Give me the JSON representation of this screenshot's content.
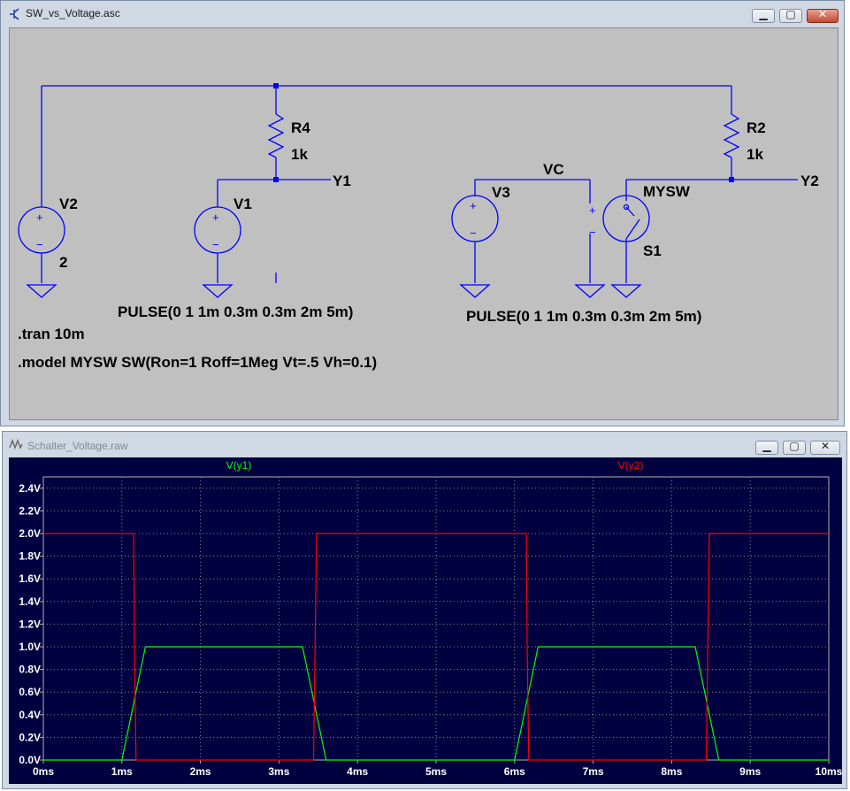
{
  "schematic_window": {
    "title": "SW_vs_Voltage.asc",
    "labels": {
      "R4": "R4",
      "R4_val": "1k",
      "R2": "R2",
      "R2_val": "1k",
      "V1": "V1",
      "V2": "V2",
      "V2_val": "2",
      "V3": "V3",
      "Y1": "Y1",
      "Y2": "Y2",
      "VC": "VC",
      "MYSW": "MYSW",
      "S1": "S1",
      "plus": "+",
      "minus": "−"
    },
    "pulse_v1": "PULSE(0 1 1m 0.3m 0.3m 2m 5m)",
    "pulse_v3": "PULSE(0 1 1m 0.3m 0.3m 2m 5m)",
    "tran": ".tran 10m",
    "model": ".model MYSW SW(Ron=1 Roff=1Meg Vt=.5 Vh=0.1)"
  },
  "waveform_window": {
    "title": "Schalter_Voltage.raw"
  },
  "colors": {
    "wire": "#0000ff",
    "plot_bg": "#000040",
    "trace_y1": "#00ff00",
    "trace_y2": "#ff0000",
    "grid": "#8a8a8a"
  },
  "chart_data": {
    "type": "line",
    "grid": true,
    "xlim": [
      0,
      10
    ],
    "ylim": [
      0,
      2.5
    ],
    "x_ticks": [
      "0ms",
      "1ms",
      "2ms",
      "3ms",
      "4ms",
      "5ms",
      "6ms",
      "7ms",
      "8ms",
      "9ms",
      "10ms"
    ],
    "y_ticks": [
      "0.0V",
      "0.2V",
      "0.4V",
      "0.6V",
      "0.8V",
      "1.0V",
      "1.2V",
      "1.4V",
      "1.6V",
      "1.8V",
      "2.0V",
      "2.2V",
      "2.4V"
    ],
    "series": [
      {
        "name": "V(y1)",
        "color": "#00ff00",
        "x": [
          0,
          1.0,
          1.3,
          3.3,
          3.6,
          6.0,
          6.3,
          8.3,
          8.6,
          10.0
        ],
        "y": [
          0,
          0,
          1.0,
          1.0,
          0,
          0,
          1.0,
          1.0,
          0,
          0
        ]
      },
      {
        "name": "V(y2)",
        "color": "#ff0000",
        "x": [
          0,
          1.15,
          1.16,
          1.18,
          3.44,
          3.46,
          3.48,
          6.15,
          6.16,
          6.18,
          8.44,
          8.46,
          8.48,
          10.0
        ],
        "y": [
          2.0,
          2.0,
          1.0,
          0.0,
          0.0,
          1.0,
          2.0,
          2.0,
          1.0,
          0.0,
          0.0,
          1.0,
          2.0,
          2.0
        ]
      }
    ]
  }
}
